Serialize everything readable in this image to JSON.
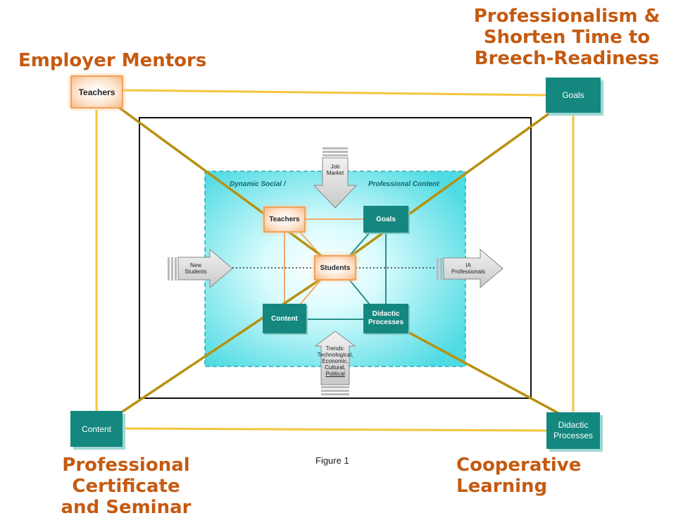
{
  "titles": {
    "top_left": "Employer Mentors",
    "top_right": [
      "Professionalism &",
      "Shorten Time to",
      "Breech-Readiness"
    ],
    "bottom_left": [
      "Professional Certificate",
      "and Seminar"
    ],
    "bottom_right": "Cooperative Learning"
  },
  "outer_nodes": {
    "teachers": "Teachers",
    "goals": "Goals",
    "content": "Content",
    "didactic": [
      "Didactic",
      "Processes"
    ]
  },
  "inner": {
    "band_left": "Dynamic Social /",
    "band_right": "Professional Content",
    "teachers": "Teachers",
    "goals": "Goals",
    "students": "Students",
    "content": "Content",
    "didactic": [
      "Didactic",
      "Processes"
    ],
    "job_market": [
      "Job",
      "Market"
    ],
    "new_students": [
      "New",
      "Students"
    ],
    "ia_professionals": [
      "IA",
      "Professionals"
    ],
    "trends": [
      "Trends:",
      "Technological,",
      "Economic,",
      "Cultural,",
      "Political"
    ]
  },
  "caption": "Figure 1",
  "colors": {
    "title": "#c55a11",
    "teal": "#14877f",
    "gold_line": "#b8900f",
    "yellow_line": "#f5c53d",
    "cyan_band": "#5fe3ea"
  }
}
